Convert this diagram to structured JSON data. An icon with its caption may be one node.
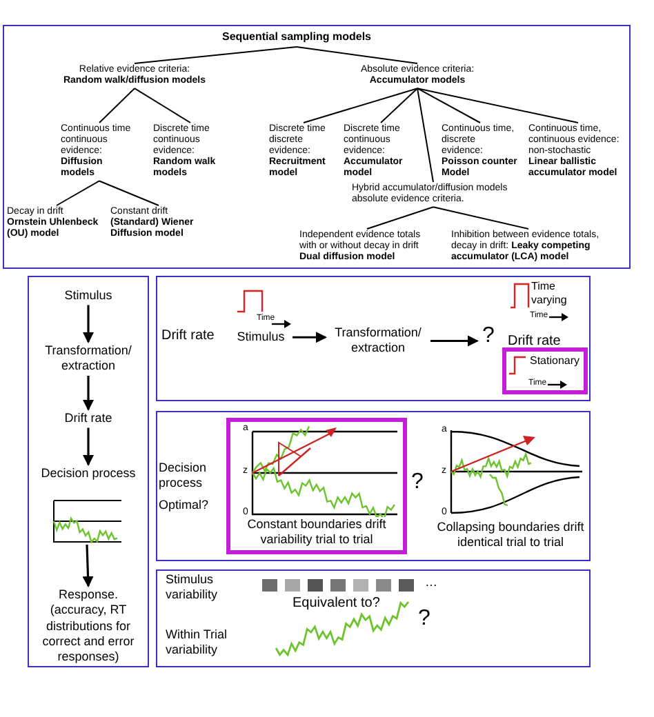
{
  "diagram": {
    "nodes": [
      {
        "text": [],
        "shape": "box"
      },
      {
        "text": [
          "Sequential sampling models"
        ],
        "in": 0
      },
      {
        "text": [
          "Relative evidence criteria:",
          "Random walk/diffusion models"
        ],
        "in": 0
      },
      {
        "text": [
          "Absolute evidence criteria:",
          "Accumulator models"
        ],
        "in": 0
      },
      {
        "text": [
          "Continuous time continuous evidence:",
          "Diffusion models"
        ],
        "in": 0
      },
      {
        "text": [
          "Discrete time continuous evidence:",
          "Random walk models"
        ],
        "in": 0
      },
      {
        "text": [
          "Discrete time discrete evidence:",
          "Recruitment model"
        ],
        "in": 0
      },
      {
        "text": [
          "Discrete time continuous evidence:",
          "Accumulator model"
        ],
        "in": 0
      },
      {
        "text": [
          "Continuous time, discrete evidence:",
          "Poisson counter Model"
        ],
        "in": 0
      },
      {
        "text": [
          "Continuous time, continuous evidence: non-stochastic",
          "Linear ballistic accumulator model"
        ],
        "in": 0
      },
      {
        "text": [
          "Decay in drift",
          "Ornstein Uhlenbeck (OU) model"
        ],
        "in": 0
      },
      {
        "text": [
          "Constant drift",
          "(Standard) Wiener Diffusion model"
        ],
        "in": 0
      },
      {
        "text": [
          "Hybrid accumulator/diffusion models absolute evidence criteria."
        ],
        "in": 0
      },
      {
        "text": [
          "Independent evidence totals with or without decay in drift",
          "Dual diffusion model"
        ],
        "in": 0
      },
      {
        "text": [
          "Inhibition between evidence totals, decay in drift: **Leaky competing accumulator (LCA) model**"
        ],
        "in": 0
      },
      {
        "text": [],
        "shape": "box"
      },
      {
        "text": [
          "Stimulus"
        ],
        "in": 15
      },
      {
        "text": [
          "Transformation/ extraction"
        ],
        "in": 15
      },
      {
        "text": [
          "Drift rate"
        ],
        "in": 15
      },
      {
        "text": [
          "Decision process"
        ],
        "in": 15
      },
      {
        "text": [],
        "shape": "picture",
        "in": 15
      },
      {
        "text": [
          "Response. (accuracy, RT distributions for correct and error responses)"
        ],
        "in": 15
      },
      {
        "text": [],
        "shape": "box"
      },
      {
        "text": [
          "Stimulus"
        ],
        "in": 22
      },
      {
        "text": [
          "Transformation/ extraction"
        ],
        "in": 22
      },
      {
        "text": [
          "?"
        ],
        "in": 22
      },
      {
        "text": [
          "Time varying",
          "Time"
        ],
        "in": 22
      },
      {
        "text": [
          "Stationary",
          "Time"
        ],
        "in": 22
      },
      {
        "text": [],
        "shape": "box"
      },
      {
        "text": [
          "Constant boundaries drift variability trial to trial"
        ],
        "in": 28
      },
      {
        "text": [],
        "shape": "box"
      }
    ],
    "edges": [
      {
        "from": 1,
        "to": 2,
        "arrow": "none"
      },
      {
        "from": 1,
        "to": 3,
        "arrow": "none"
      },
      {
        "from": 2,
        "to": 4,
        "arrow": "none"
      },
      {
        "from": 2,
        "to": 5,
        "arrow": "none"
      },
      {
        "from": 4,
        "to": 10,
        "arrow": "none"
      },
      {
        "from": 4,
        "to": 11,
        "arrow": "none"
      },
      {
        "from": 3,
        "to": 6,
        "arrow": "none"
      },
      {
        "from": 3,
        "to": 7,
        "arrow": "none"
      },
      {
        "from": 3,
        "to": 12,
        "arrow": "none"
      },
      {
        "from": 3,
        "to": 8,
        "arrow": "none"
      },
      {
        "from": 3,
        "to": 9,
        "arrow": "none"
      },
      {
        "from": 12,
        "to": 13,
        "arrow": "none"
      },
      {
        "from": 12,
        "to": 14,
        "arrow": "none"
      },
      {
        "from": 16,
        "to": 17,
        "arrow": "to"
      },
      {
        "from": 17,
        "to": 18,
        "arrow": "to"
      },
      {
        "from": 18,
        "to": 19,
        "arrow": "to"
      },
      {
        "from": 20,
        "to": 21,
        "arrow": "to"
      },
      {
        "from": 23,
        "to": 24,
        "arrow": "to"
      },
      {
        "from": 24,
        "to": 25,
        "arrow": "to"
      }
    ],
    "labels": [
      "Time",
      "Drift rate",
      "Drift rate",
      "Decision process",
      "Optimal?",
      "a",
      "z",
      "0",
      "?",
      "a",
      "z",
      "0",
      "Collapsing boundaries drift identical trial to trial",
      "Stimulus variability",
      "…",
      "Equivalent to?",
      "?",
      "Within Trial variability"
    ]
  }
}
